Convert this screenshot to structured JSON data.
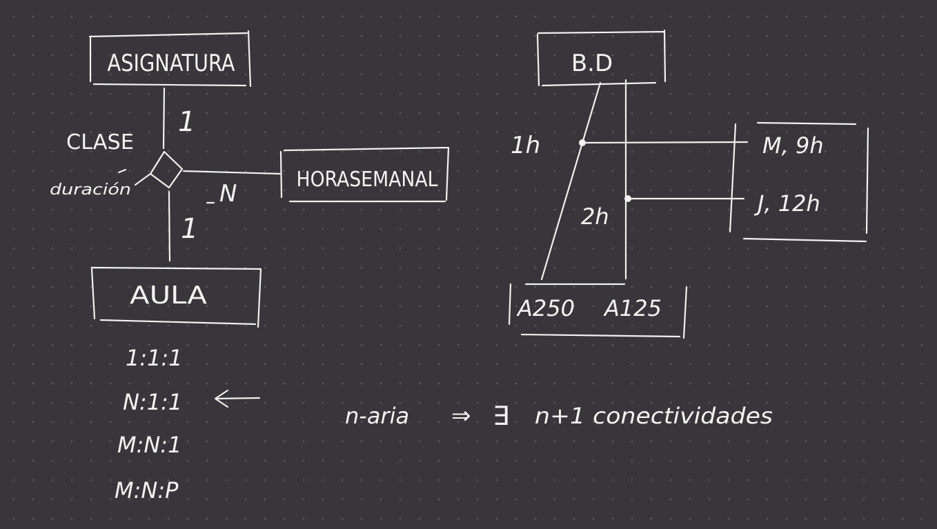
{
  "er_diagram": {
    "entities": {
      "asignatura": "ASIGNATURA",
      "horasemanal": "HORASEMANAL",
      "aula": "AULA"
    },
    "relationship": {
      "name": "CLASE",
      "attribute": "duración"
    },
    "cardinalities": {
      "asignatura": "1",
      "horasemanal": "N",
      "aula": "1"
    }
  },
  "cardinality_patterns": [
    "1:1:1",
    "N:1:1",
    "M:N:1",
    "M:N:P"
  ],
  "occurrence_diagram": {
    "entity_bd": "B.D",
    "durations": [
      "1h",
      "2h"
    ],
    "hours": [
      "M, 9h",
      "J, 12h"
    ],
    "aulas": [
      "A250",
      "A125"
    ]
  },
  "note": {
    "left": "n-aria",
    "arrow": "⇒",
    "exists": "∃",
    "right": "n+1 conectividades"
  },
  "colors": {
    "background": "#38363a",
    "ink": "#f2f2f2"
  }
}
